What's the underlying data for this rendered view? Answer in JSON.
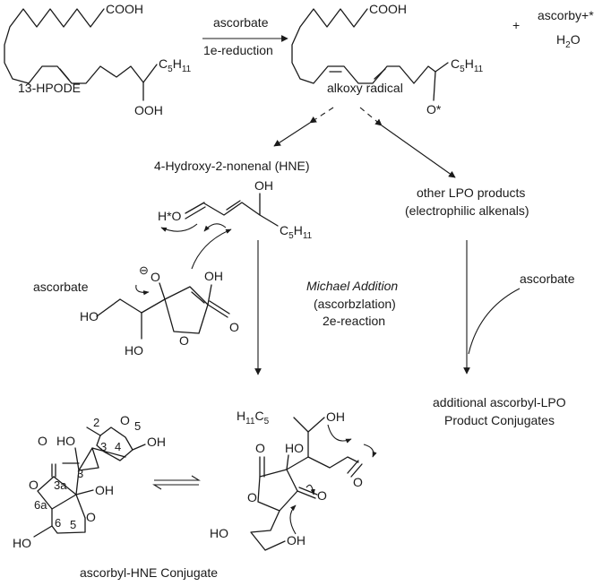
{
  "molecules": {
    "hpode": {
      "cooh": "COOH",
      "c5h11_c": "C",
      "c5h11_5": "5",
      "c5h11_h": "H",
      "c5h11_11": "11",
      "ooh": "OOH",
      "name": "13-HPODE"
    },
    "alkoxy": {
      "cooh": "COOH",
      "c5h11_c": "C",
      "c5h11_5": "5",
      "c5h11_h": "H",
      "c5h11_11": "11",
      "oradical": "O*",
      "name": "alkoxy radical"
    },
    "byproducts": {
      "plus": "+",
      "ascorbyl": "ascorby+*",
      "water_h": "H",
      "water_2": "2",
      "water_o": "O"
    },
    "hne": {
      "name": "4-Hydroxy-2-nonenal (HNE)",
      "h_radical": "H*O",
      "oh": "OH",
      "c5h11_c": "C",
      "c5h11_5": "5",
      "c5h11_h": "H",
      "c5h11_11": "11"
    },
    "ascorbate_struct": {
      "name": "ascorbate",
      "o_minus": "O",
      "minus": "⊖",
      "oh_ring": "OH",
      "ho_chain": "HO",
      "ho_lower": "HO",
      "o_ring": "O",
      "o_carbonyl": "O"
    },
    "other_lpo": {
      "line1": "other LPO products",
      "line2": "(electrophilic alkenals)"
    },
    "michael": {
      "line1": "Michael Addition",
      "line2": "(ascorbzlation)",
      "line3": "2e-reaction"
    },
    "right_branch": {
      "ascorbate": "ascorbate",
      "line1": "additional ascorbyl-LPO",
      "line2": "Product Conjugates"
    },
    "conjugate_bicyclic": {
      "name": "ascorbyl-HNE Conjugate",
      "o_carbonyl": "O",
      "ho_c3": "HO",
      "n2": "2",
      "n3": "3",
      "n4": "4",
      "n5": "5",
      "o_thf": "O",
      "oh_c5": "OH",
      "n3b": "3",
      "n3a": "3a",
      "o_lactone": "O",
      "oh_3a": "OH",
      "n6a": "6a",
      "n6": "6",
      "n5b": "5",
      "o_furan": "O",
      "ho_c6": "HO"
    },
    "conjugate_open": {
      "c5h11_h": "H",
      "c5h11_11": "11",
      "c5h11_c": "C",
      "c5h11_5": "5",
      "oh_top": "OH",
      "o_carbonyl_left": "O",
      "ho": "HO",
      "o_aldehyde": "O",
      "o_ring": "O",
      "o_ketone": "O",
      "ho_bottom": "HO",
      "oh_bottom": "OH"
    }
  },
  "arrows": {
    "step1_top": "ascorbate",
    "step1_bottom": "1e-reduction"
  },
  "equilibrium": "⇌"
}
